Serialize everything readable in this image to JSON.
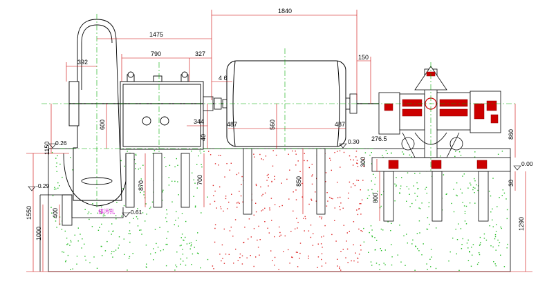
{
  "dimensions": {
    "d1840": "1840",
    "d1475": "1475",
    "d790": "790",
    "d327": "327",
    "d392": "392",
    "d150": "150",
    "d4_6": "4 6",
    "d600": "600",
    "d344": "344",
    "d487_left": "487",
    "d487_right": "487",
    "d560": "560",
    "d40": "40",
    "d1150": "1150",
    "d870": "870",
    "d700": "700",
    "d850": "850",
    "d300": "300",
    "d276_5": "276.5",
    "d860": "860",
    "d30": "30",
    "d800": "800",
    "d1290": "1290",
    "d1550": "1550",
    "d400": "400",
    "d1000": "1000"
  },
  "levels": {
    "l026": "0.26",
    "l030": "0.30",
    "l000": "0.00",
    "lm029": "-0.29",
    "lm061": "-0.61"
  },
  "annotations": {
    "drain_hole": "排污孔"
  },
  "colors": {
    "line": "#000000",
    "centerline": "#00aa00",
    "dimension": "#cc0000",
    "red_fill": "#cc0000",
    "concrete_green": "#22bb22",
    "concrete_red": "#dd2222",
    "note": "#cc00cc"
  }
}
